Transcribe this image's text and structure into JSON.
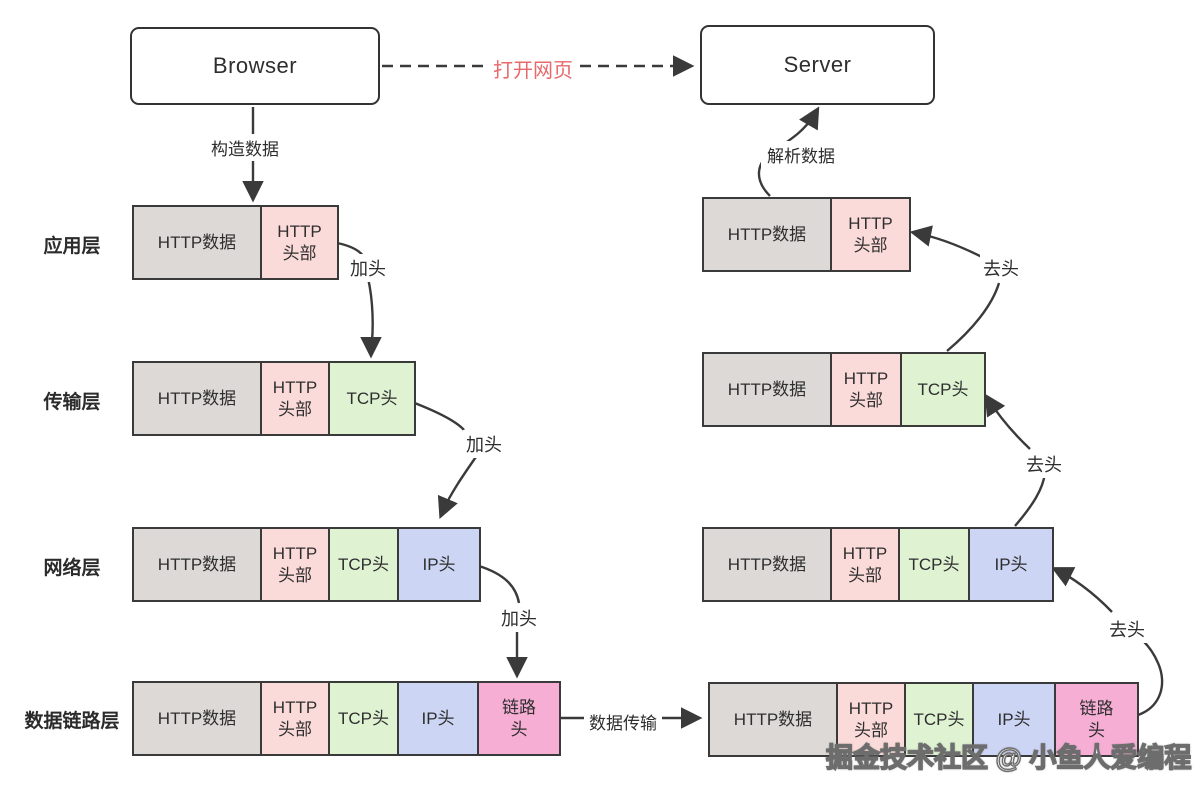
{
  "nodes": {
    "browser": {
      "label": "Browser"
    },
    "server": {
      "label": "Server"
    }
  },
  "flow_labels": {
    "open_page": "打开网页",
    "build_data": "构造数据",
    "parse_data": "解析数据",
    "add_header": "加头",
    "remove_header": "去头",
    "data_transfer": "数据传输"
  },
  "layer_labels": {
    "application": "应用层",
    "transport": "传输层",
    "network": "网络层",
    "datalink": "数据链路层"
  },
  "left_stack": {
    "rows": [
      {
        "cells": [
          {
            "type": "http_data",
            "label": "HTTP数据"
          },
          {
            "type": "http_header",
            "label": "HTTP\n头部"
          }
        ]
      },
      {
        "cells": [
          {
            "type": "http_data",
            "label": "HTTP数据"
          },
          {
            "type": "http_header",
            "label": "HTTP\n头部"
          },
          {
            "type": "tcp_header",
            "label": "TCP头"
          }
        ]
      },
      {
        "cells": [
          {
            "type": "http_data",
            "label": "HTTP数据"
          },
          {
            "type": "http_header",
            "label": "HTTP\n头部"
          },
          {
            "type": "tcp_header",
            "label": "TCP头"
          },
          {
            "type": "ip_header",
            "label": "IP头"
          }
        ]
      },
      {
        "cells": [
          {
            "type": "http_data",
            "label": "HTTP数据"
          },
          {
            "type": "http_header",
            "label": "HTTP\n头部"
          },
          {
            "type": "tcp_header",
            "label": "TCP头"
          },
          {
            "type": "ip_header",
            "label": "IP头"
          },
          {
            "type": "link_header",
            "label": "链路\n头"
          }
        ]
      }
    ]
  },
  "right_stack": {
    "rows": [
      {
        "cells": [
          {
            "type": "http_data",
            "label": "HTTP数据"
          },
          {
            "type": "http_header",
            "label": "HTTP\n头部"
          }
        ]
      },
      {
        "cells": [
          {
            "type": "http_data",
            "label": "HTTP数据"
          },
          {
            "type": "http_header",
            "label": "HTTP\n头部"
          },
          {
            "type": "tcp_header",
            "label": "TCP头"
          }
        ]
      },
      {
        "cells": [
          {
            "type": "http_data",
            "label": "HTTP数据"
          },
          {
            "type": "http_header",
            "label": "HTTP\n头部"
          },
          {
            "type": "tcp_header",
            "label": "TCP头"
          },
          {
            "type": "ip_header",
            "label": "IP头"
          }
        ]
      },
      {
        "cells": [
          {
            "type": "http_data",
            "label": "HTTP数据"
          },
          {
            "type": "http_header",
            "label": "HTTP\n头部"
          },
          {
            "type": "tcp_header",
            "label": "TCP头"
          },
          {
            "type": "ip_header",
            "label": "IP头"
          },
          {
            "type": "link_header",
            "label": "链路\n头"
          }
        ]
      }
    ]
  },
  "watermark": "掘金技术社区 @ 小鱼人爱编程",
  "colors": {
    "http_data": "#dcd9d6",
    "http_header": "#fbdbd9",
    "tcp_header": "#dff3d3",
    "ip_header": "#cdd5f4",
    "link_header": "#f6aed5",
    "open_page_red": "#e8696b",
    "line": "#3a3a3a"
  }
}
